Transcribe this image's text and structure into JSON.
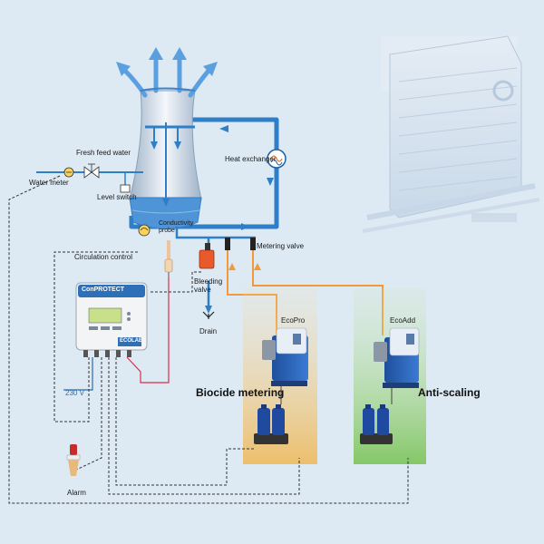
{
  "labels": {
    "fresh_feed_water": "Fresh feed water",
    "water_meter": "Water meter",
    "level_switch": "Level switch",
    "heat_exchanger": "Heat exchanger",
    "conductivity_probe": "Conductivity probe",
    "metering_valve": "Metering valve",
    "circulation_control": "Circulation control",
    "bleeding_valve": "Bleeding valve",
    "drain": "Drain",
    "voltage": "230 V",
    "alarm": "Alarm",
    "biocide_metering": "Biocide metering",
    "anti_scaling": "Anti-scaling",
    "ecopro": "EcoPro",
    "ecoadd": "EcoAdd"
  },
  "controller": {
    "name": "ConPROTECT",
    "brand": "ECOLAB"
  },
  "colors": {
    "background": "#dde9f3",
    "pipe": "#2f7fc8",
    "pipe_dark": "#1f5fa5",
    "dosing_line": "#f29a3a",
    "signal_line": "#333333",
    "power_line": "#2b6cb0",
    "probe_line": "#d9304a",
    "biocide_panel": "#f5c77a",
    "antiscale_panel": "#9fd07d",
    "tower": "#c9d4e0"
  },
  "icons": [
    "airflow-arrow-icon",
    "valve-icon",
    "water-meter-icon",
    "heat-exchanger-icon",
    "level-switch-icon",
    "drain-icon",
    "alarm-beacon-icon"
  ]
}
